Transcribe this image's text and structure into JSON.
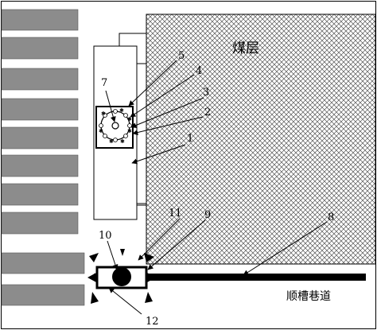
{
  "labels": {
    "coal_seam": "煤层",
    "roadway": "顺槽巷道"
  },
  "numbers": {
    "n1": "1",
    "n2": "2",
    "n3": "3",
    "n4": "4",
    "n5": "5",
    "n6": "7",
    "n8": "8",
    "n9": "9",
    "n10": "10",
    "n11": "11",
    "n12": "12"
  }
}
